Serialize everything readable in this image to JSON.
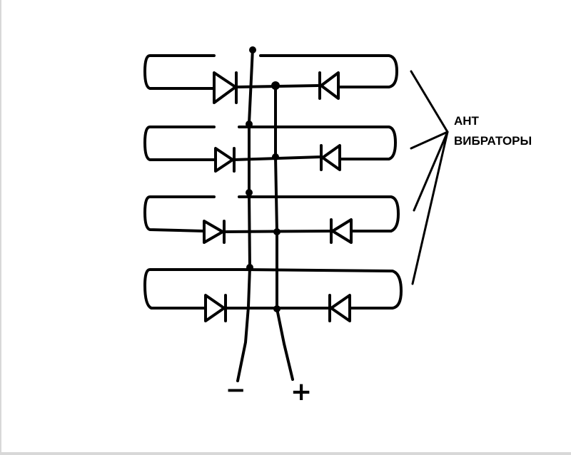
{
  "labels": {
    "ant_line1": "АНТ",
    "ant_line2": "ВИБРАТОРЫ"
  },
  "terminals": {
    "minus": "−",
    "plus": "+"
  },
  "colors": {
    "ink": "#000000",
    "background": "#ffffff"
  },
  "vibrator_count": 4
}
